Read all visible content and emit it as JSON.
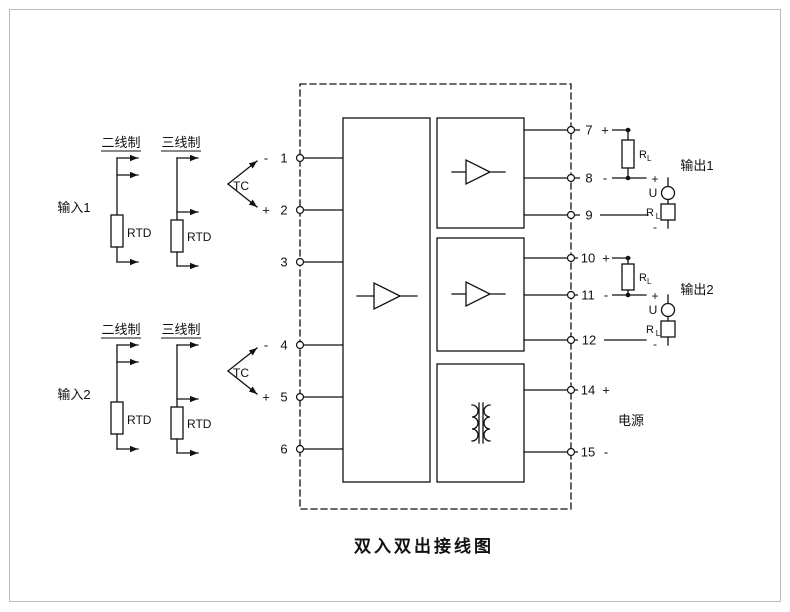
{
  "title": "双入双出接线图",
  "power_label": "电源",
  "inputs": [
    {
      "label": "输入1",
      "two_wire": "二线制",
      "three_wire": "三线制",
      "tc": "TC",
      "rtd_2w": "RTD",
      "rtd_3w": "RTD"
    },
    {
      "label": "输入2",
      "two_wire": "二线制",
      "three_wire": "三线制",
      "tc": "TC",
      "rtd_2w": "RTD",
      "rtd_3w": "RTD"
    }
  ],
  "terminals_left": [
    {
      "sign": "-",
      "num": "1"
    },
    {
      "sign": "+",
      "num": "2"
    },
    {
      "sign": "",
      "num": "3"
    },
    {
      "sign": "-",
      "num": "4"
    },
    {
      "sign": "+",
      "num": "5"
    },
    {
      "sign": "",
      "num": "6"
    }
  ],
  "terminals_right": [
    {
      "num": "7",
      "sign": "+"
    },
    {
      "num": "8",
      "sign": "-"
    },
    {
      "num": "9",
      "sign": ""
    },
    {
      "num": "10",
      "sign": "+"
    },
    {
      "num": "11",
      "sign": "-"
    },
    {
      "num": "12",
      "sign": ""
    },
    {
      "num": "14",
      "sign": "+"
    },
    {
      "num": "15",
      "sign": "-"
    }
  ],
  "outputs": [
    {
      "label": "输出1",
      "load_r": "R",
      "load_r_sub": "L",
      "plus": "+",
      "u": "U",
      "series_r": "R",
      "series_r_sub": "L",
      "minus": "-"
    },
    {
      "label": "输出2",
      "load_r": "R",
      "load_r_sub": "L",
      "plus": "+",
      "u": "U",
      "series_r": "R",
      "series_r_sub": "L",
      "minus": "-"
    }
  ]
}
